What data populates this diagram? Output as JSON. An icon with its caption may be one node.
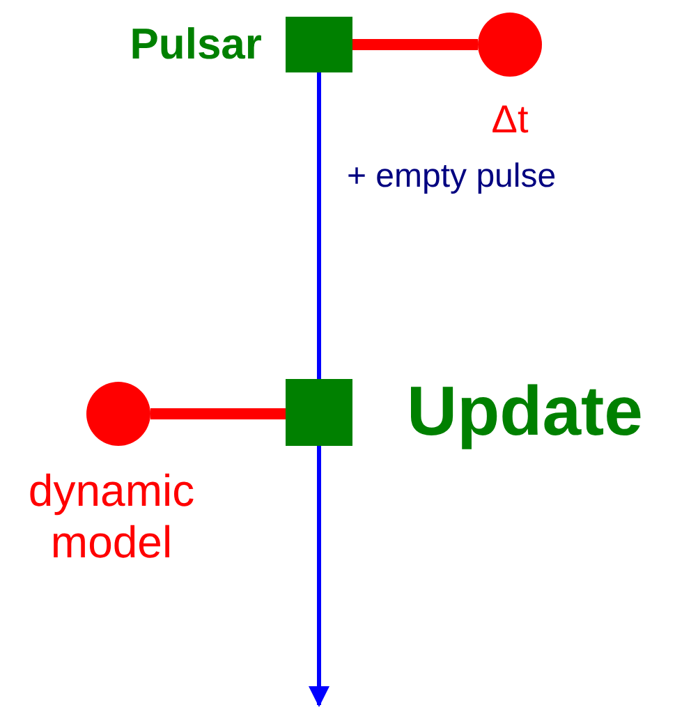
{
  "diagram": {
    "nodes": [
      {
        "text": [
          "Pulsar"
        ]
      },
      {
        "text": [
          "Δt"
        ]
      },
      {
        "text": [
          "dynamic model"
        ]
      },
      {
        "text": [
          "Update"
        ]
      }
    ],
    "edges": [
      {
        "from": 0,
        "to": 1,
        "arrow": "none",
        "style": "thick",
        "color": "#ff0000"
      },
      {
        "from": 2,
        "to": 3,
        "arrow": "none",
        "style": "thick",
        "color": "#ff0000"
      },
      {
        "from": 0,
        "to": 3,
        "arrow": "none",
        "label": "+ empty pulse",
        "color": "#0000ff"
      },
      {
        "from": 3,
        "to": null,
        "arrow": "to",
        "color": "#0000ff"
      }
    ]
  }
}
